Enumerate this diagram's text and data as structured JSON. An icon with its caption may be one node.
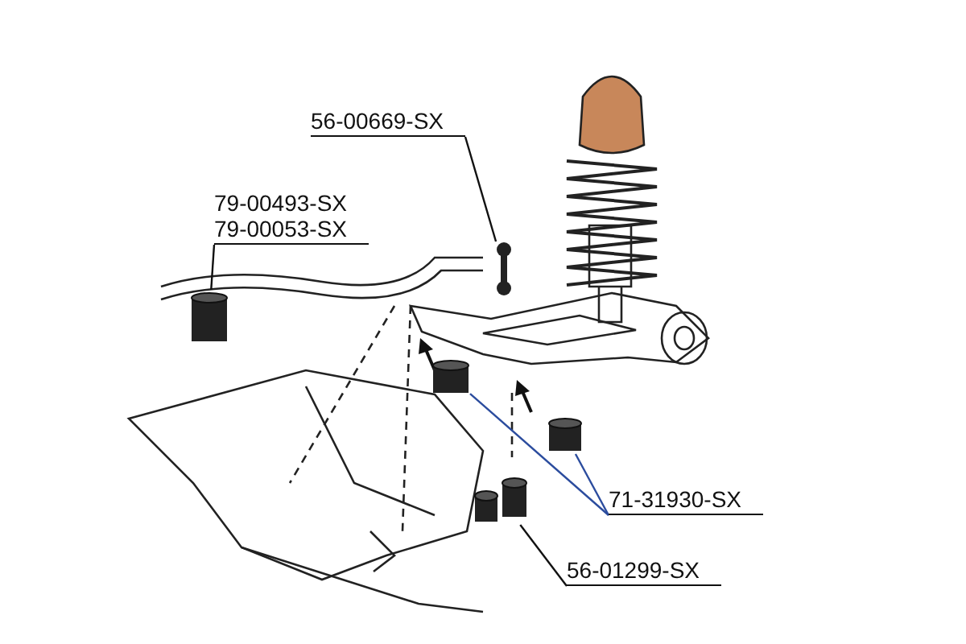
{
  "diagram": {
    "nodes": [
      {
        "text": [
          "56-00669-SX"
        ]
      },
      {
        "text": [
          "79-00493-SX",
          "79-00053-SX"
        ]
      },
      {
        "text": [
          "71-31930-SX"
        ]
      },
      {
        "text": [
          "56-01299-SX"
        ]
      },
      {
        "text": [],
        "shape": "picture"
      },
      {
        "text": [],
        "shape": "cylinder"
      },
      {
        "text": [],
        "shape": "cylinder"
      },
      {
        "text": [],
        "shape": "cylinder"
      },
      {
        "text": [],
        "shape": "picture"
      }
    ],
    "edges": [
      {
        "from": 0,
        "to": 4,
        "arrow": "none"
      },
      {
        "from": 1,
        "to": 5,
        "arrow": "none"
      },
      {
        "from": 2,
        "to": 6,
        "arrow": "none",
        "color": "#2b4c9e"
      },
      {
        "from": 2,
        "to": 7,
        "arrow": "none",
        "color": "#2b4c9e"
      },
      {
        "from": 3,
        "to": 8,
        "arrow": "none"
      }
    ]
  }
}
